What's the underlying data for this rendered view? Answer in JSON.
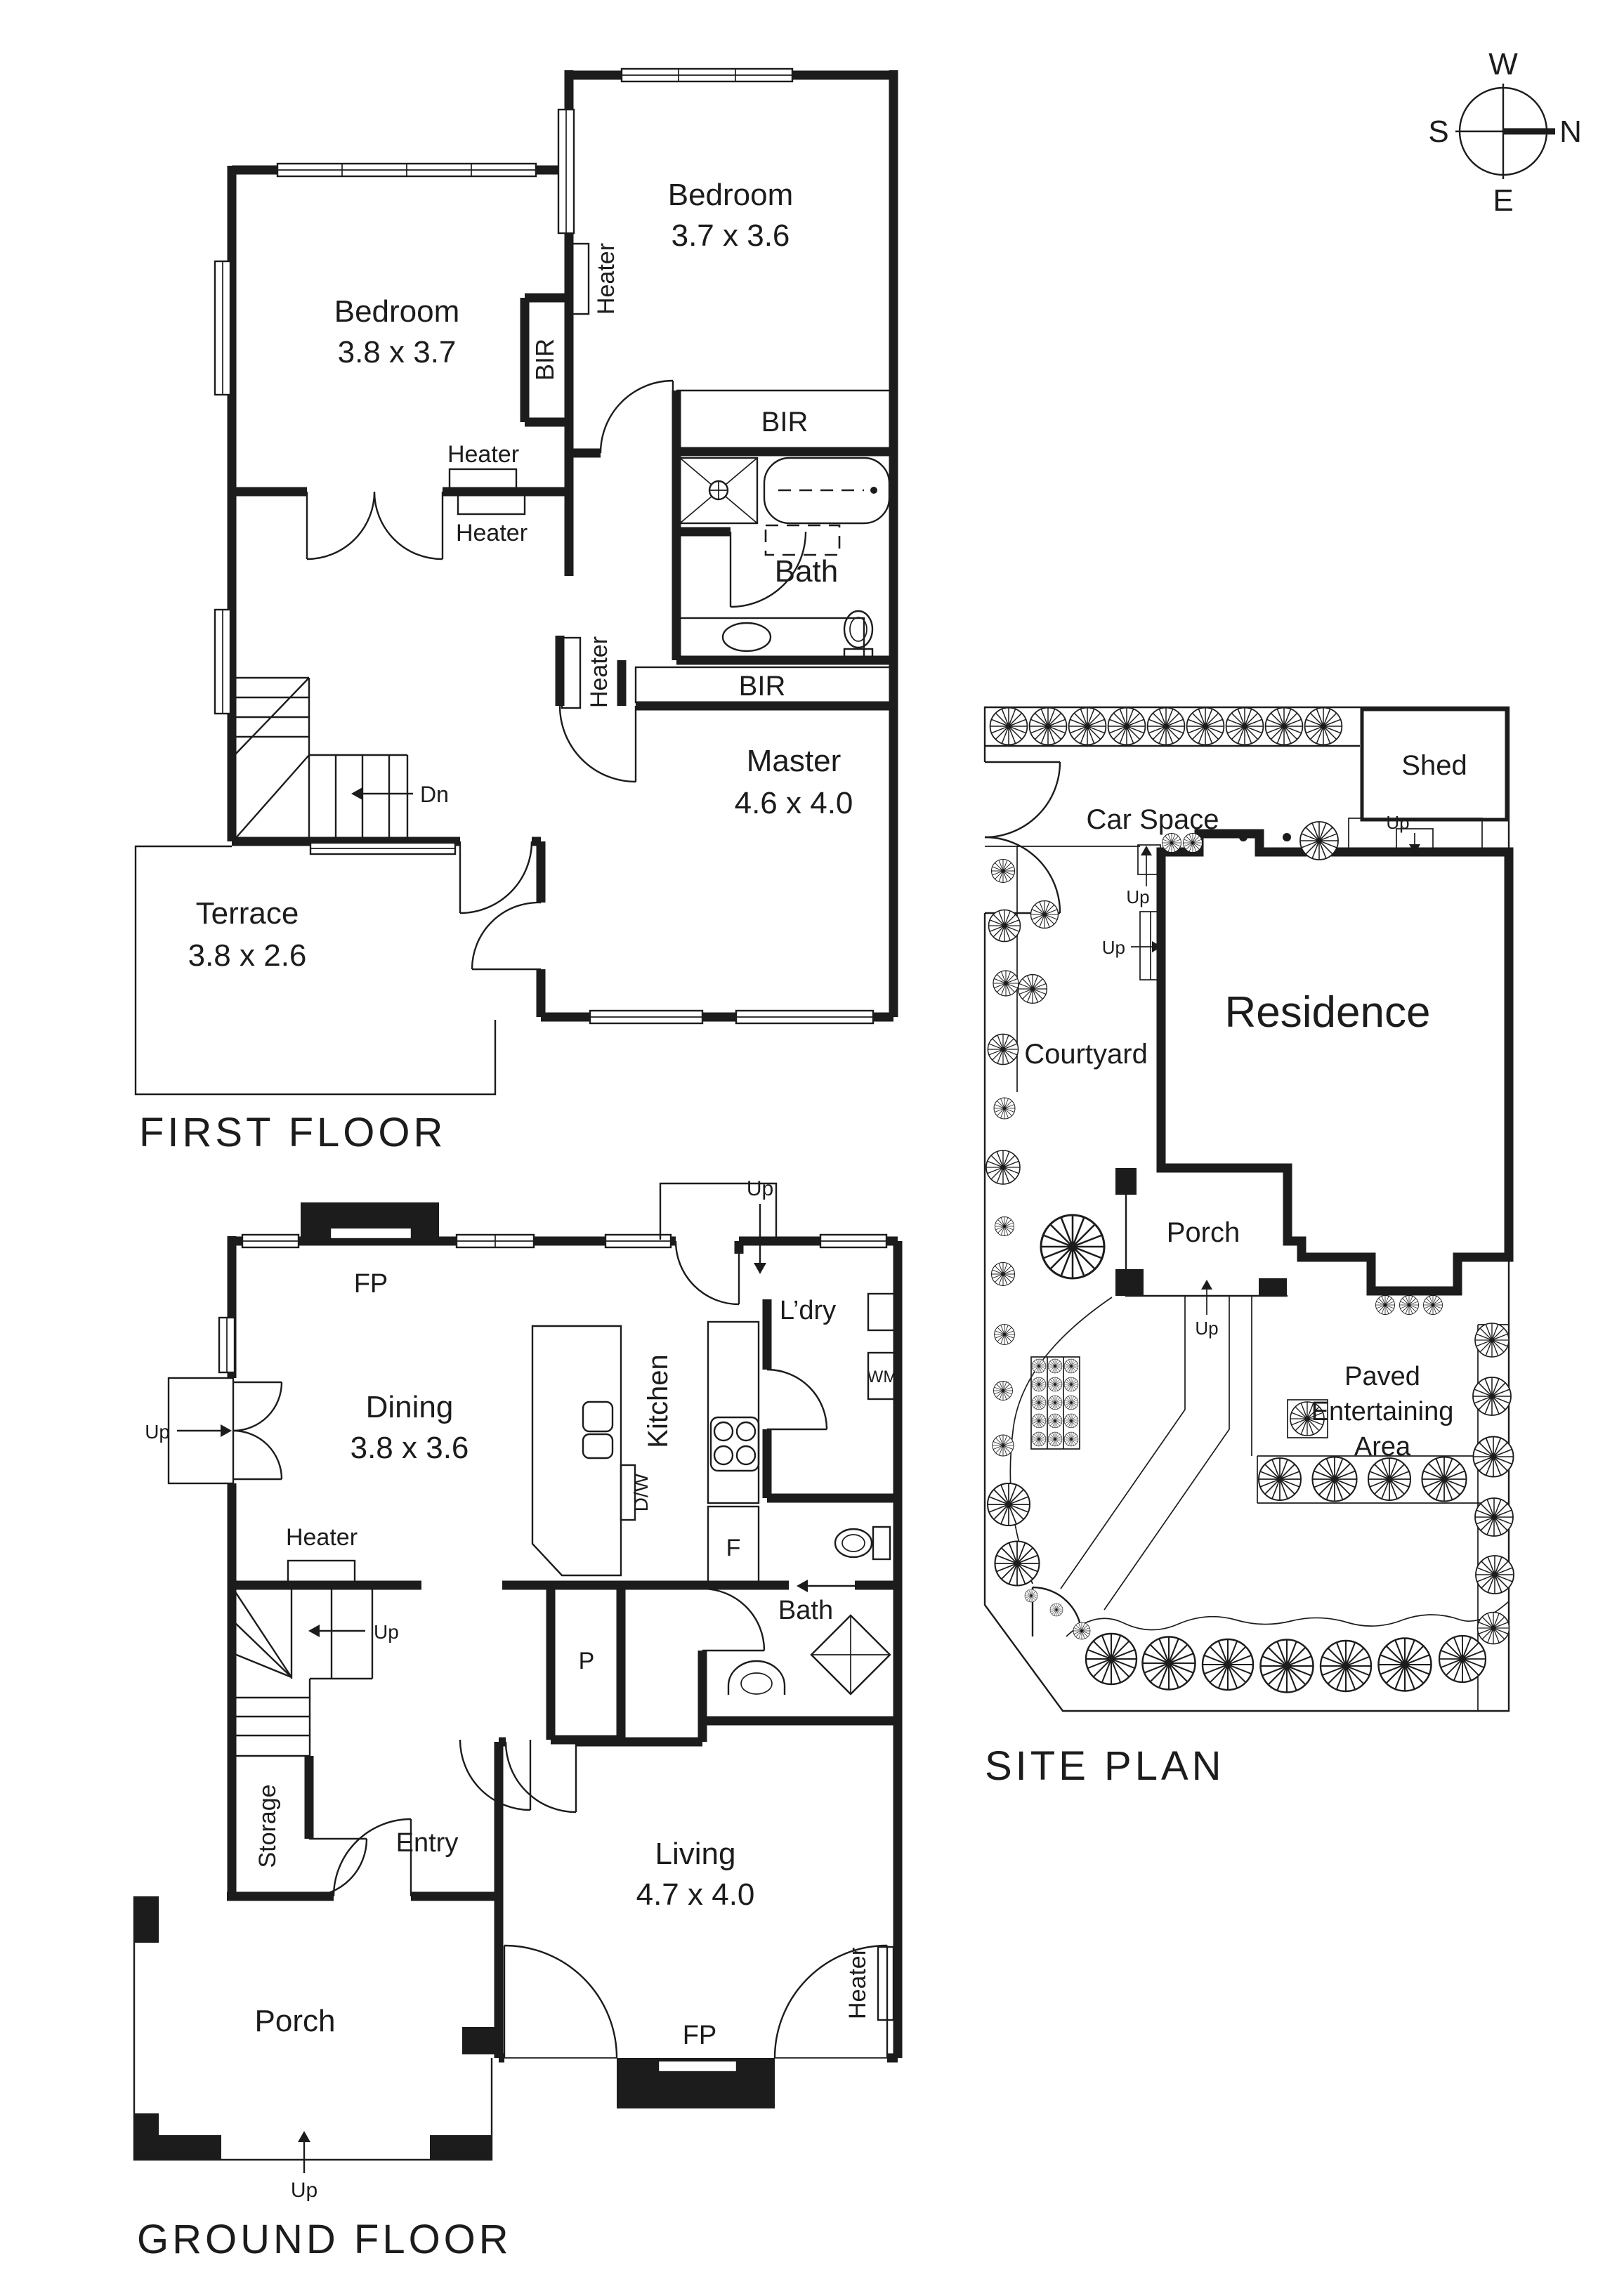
{
  "colors": {
    "ink": "#1c1c1c",
    "paper": "#ffffff"
  },
  "compass": {
    "w": "W",
    "s": "S",
    "e": "E",
    "n": "N"
  },
  "labels": {
    "heater": "Heater",
    "bir": "BIR",
    "bath": "Bath",
    "up": "Up",
    "dn": "Dn",
    "fp": "FP",
    "wm": "WM",
    "fridge": "F",
    "pantry": "P",
    "dw": "D/W",
    "ldry": "L’dry",
    "kitchen": "Kitchen",
    "storage": "Storage",
    "entry": "Entry",
    "porch": "Porch"
  },
  "first_floor": {
    "title": "FIRST FLOOR",
    "bedroom1": {
      "name": "Bedroom",
      "dims": "3.7 x 3.6"
    },
    "bedroom2": {
      "name": "Bedroom",
      "dims": "3.8 x 3.7"
    },
    "master": {
      "name": "Master",
      "dims": "4.6 x 4.0"
    },
    "terrace": {
      "name": "Terrace",
      "dims": "3.8 x 2.6"
    }
  },
  "ground_floor": {
    "title": "GROUND FLOOR",
    "dining": {
      "name": "Dining",
      "dims": "3.8 x 3.6"
    },
    "living": {
      "name": "Living",
      "dims": "4.7 x 4.0"
    }
  },
  "site_plan": {
    "title": "SITE PLAN",
    "shed": "Shed",
    "car_space": "Car Space",
    "residence": "Residence",
    "courtyard": "Courtyard",
    "paved_line1": "Paved",
    "paved_line2": "Entertaining",
    "paved_line3": "Area"
  }
}
